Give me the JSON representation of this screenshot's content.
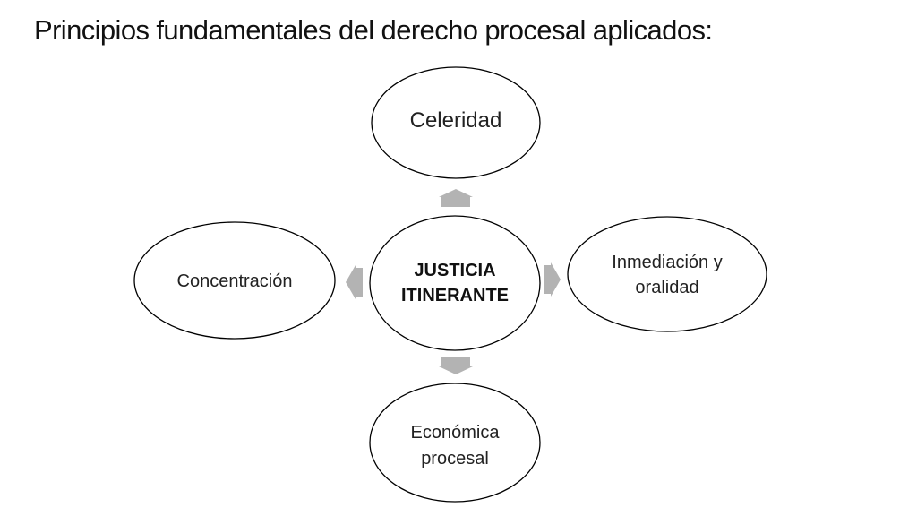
{
  "title": "Principios fundamentales del derecho procesal aplicados:",
  "center": {
    "line1": "JUSTICIA",
    "line2": "ITINERANTE"
  },
  "nodes": {
    "top": {
      "line1": "Celeridad"
    },
    "right": {
      "line1": "Inmediación y",
      "line2": "oralidad"
    },
    "bottom": {
      "line1": "Económica",
      "line2": "procesal"
    },
    "left": {
      "line1": "Concentración"
    }
  },
  "colors": {
    "arrow": "#b3b3b3",
    "outline": "#000000",
    "background": "#ffffff"
  }
}
